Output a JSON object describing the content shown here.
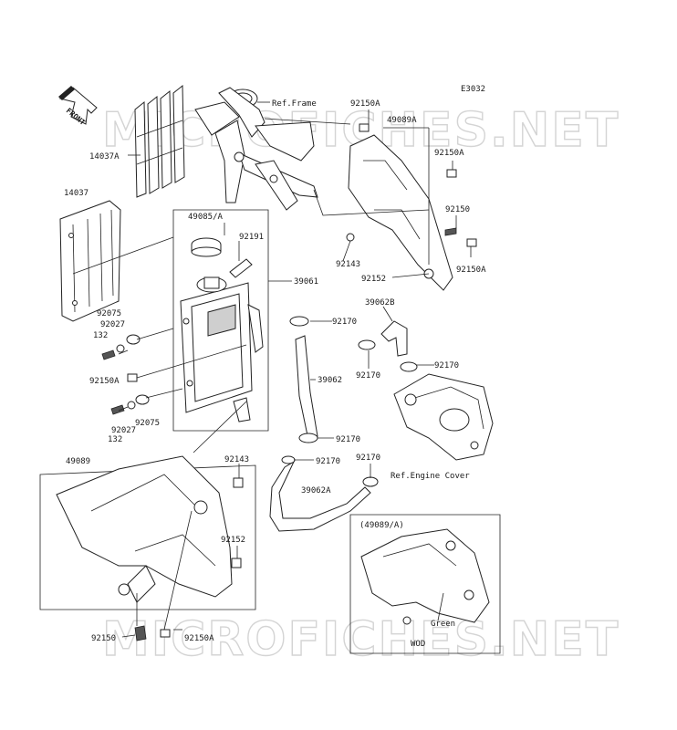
{
  "diagram_code": "E3032",
  "front_label": "FRONT",
  "watermark": "MICROFICHES.NET",
  "ref_frame": "Ref.Frame",
  "ref_engine_cover": "Ref.Engine Cover",
  "variant_label": "(49089/A)",
  "green_label": "Green",
  "wod_label": "WOD",
  "callouts": {
    "c92150A_top": "92150A",
    "c49089A": "49089A",
    "c92150A_r1": "92150A",
    "c14037A": "14037A",
    "c14037": "14037",
    "c92150_r": "92150",
    "c49085A": "49085/A",
    "c92191": "92191",
    "c92143_top": "92143",
    "c92150A_r2": "92150A",
    "c39061": "39061",
    "c92152_top": "92152",
    "c39062B": "39062B",
    "c92075_top": "92075",
    "c92027_top": "92027",
    "c132_top": "132",
    "c92170_a": "92170",
    "c92170_b": "92170",
    "c92170_c": "92170",
    "c92150A_left": "92150A",
    "c39062": "39062",
    "c92027_bot": "92027",
    "c92075_bot": "92075",
    "c132_bot": "132",
    "c92170_d": "92170",
    "c49089": "49089",
    "c92143_bot": "92143",
    "c92170_e": "92170",
    "c92170_f": "92170",
    "c39062A": "39062A",
    "c92152_bot": "92152",
    "c92150_bot": "92150",
    "c92150A_bot": "92150A"
  }
}
